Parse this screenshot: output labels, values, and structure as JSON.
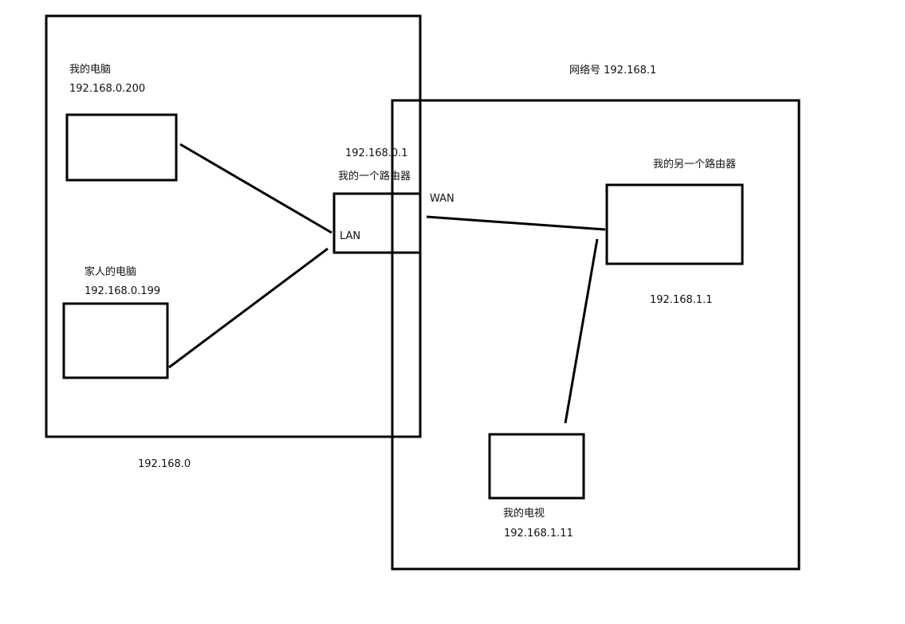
{
  "diagram": {
    "network_a_label": "192.168.0",
    "network_b_label": "网络号 192.168.1",
    "my_pc": {
      "name": "我的电脑",
      "ip": "192.168.0.200"
    },
    "family_pc": {
      "name": "家人的电脑",
      "ip": "192.168.0.199"
    },
    "router_1": {
      "ip": "192.168.0.1",
      "name": "我的一个路由器",
      "lan_label": "LAN",
      "wan_label": "WAN"
    },
    "router_2": {
      "name": "我的另一个路由器",
      "ip": "192.168.1.1"
    },
    "tv": {
      "name": "我的电视",
      "ip": "192.168.1.11"
    },
    "colors": {
      "stroke": "#000000",
      "background": "#ffffff",
      "text": "#111111"
    }
  }
}
